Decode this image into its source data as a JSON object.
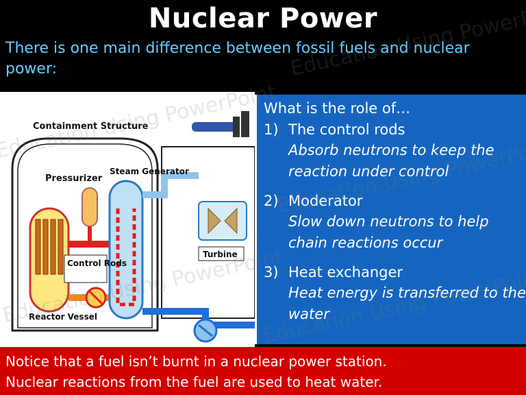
{
  "slide": {
    "title": "Nuclear Power",
    "subtitle": "There is one main difference between fossil fuels and nuclear power:",
    "question": "What is the role of…",
    "items": [
      {
        "number": "1)",
        "term": "The control rods",
        "answer": "Absorb neutrons to keep the reaction under control"
      },
      {
        "number": "2)",
        "term": "Moderator",
        "answer": "Slow down neutrons to help chain reactions occur"
      },
      {
        "number": "3)",
        "term": "Heat exchanger",
        "answer": "Heat energy is transferred to the water"
      }
    ],
    "footer_line1": "Notice that a fuel isn’t burnt in a nuclear power station.",
    "footer_line2": "Nuclear reactions from the fuel are used to heat water.",
    "watermark": "Education Using PowerPoint"
  },
  "diagram": {
    "labels": {
      "containment": "Containment Structure",
      "pressurizer": "Pressurizer",
      "steam_generator": "Steam Generator",
      "control_rods": "Control Rods",
      "reactor_vessel": "Reactor Vessel",
      "turbine": "Turbine"
    }
  },
  "colors": {
    "header_bg": "#000000",
    "title": "#ffffff",
    "subtitle": "#66ccff",
    "info_bg": "#1565c0",
    "footer_bg": "#d40000",
    "hot_loop": "#e02020",
    "cold_loop": "#1e6fd9"
  }
}
